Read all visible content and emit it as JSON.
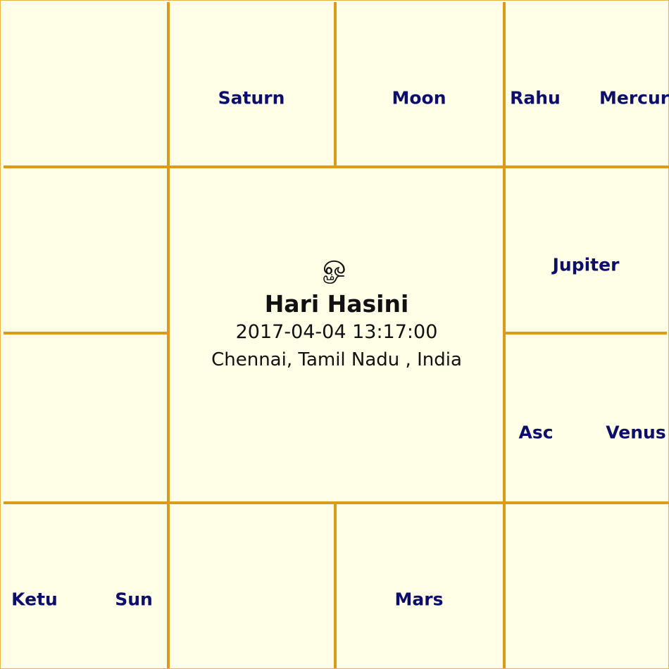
{
  "native": {
    "symbol": "ௐ",
    "name": "Hari Hasini",
    "datetime": "2017-04-04 13:17:00",
    "place": "Chennai, Tamil Nadu , India"
  },
  "houses": {
    "row1_col1": [],
    "row1_col2": [
      "Saturn"
    ],
    "row1_col3": [
      "Moon"
    ],
    "row1_col4": [
      "Rahu",
      "Mercury"
    ],
    "row2_col1": [],
    "row2_col4": [
      "Jupiter"
    ],
    "row3_col1": [],
    "row3_col4": [
      "Asc",
      "Venus"
    ],
    "row4_col1": [
      "Ketu",
      "Sun"
    ],
    "row4_col2": [],
    "row4_col3": [
      "Mars"
    ],
    "row4_col4": []
  },
  "colors": {
    "background": "#fffee6",
    "grid_lines": "#dc9a1a",
    "planet_text": "#0d0d6b",
    "center_text": "#111111"
  }
}
